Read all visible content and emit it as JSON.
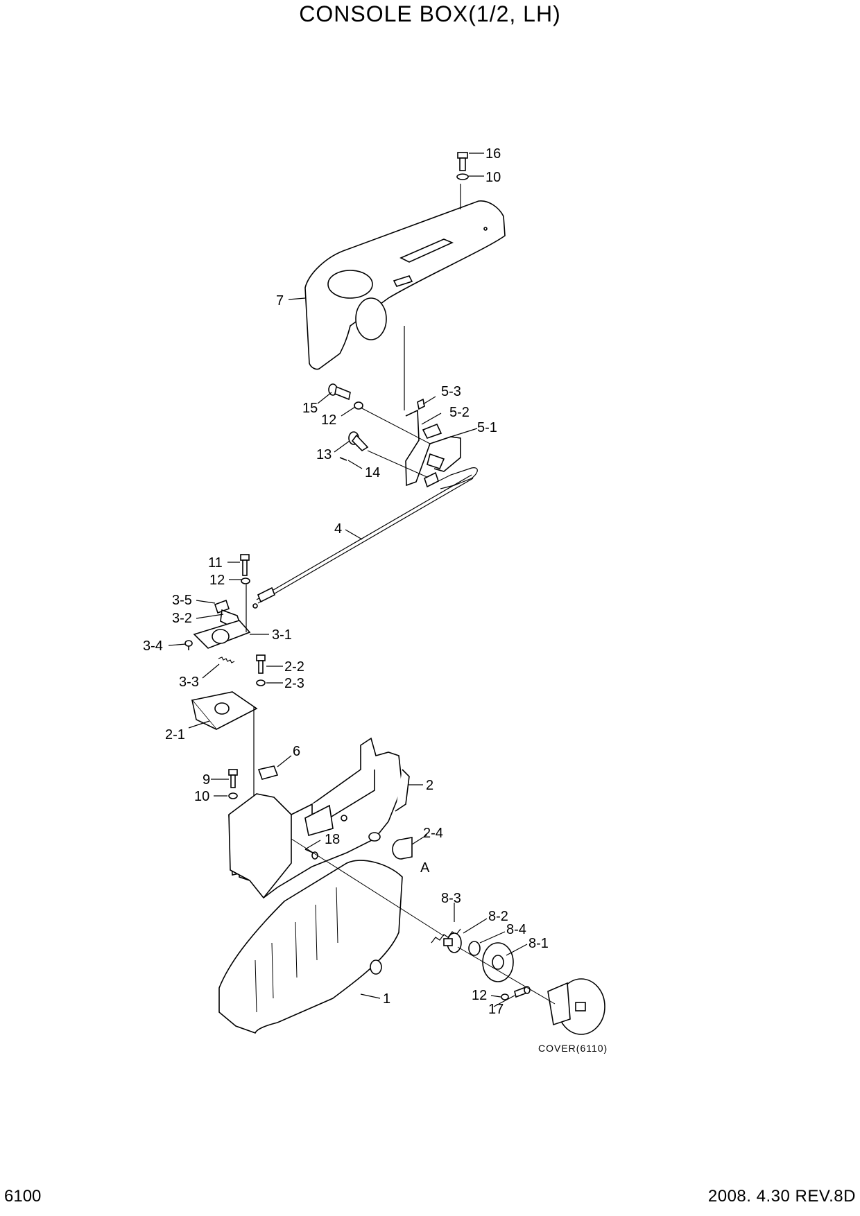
{
  "title": "CONSOLE BOX(1/2, LH)",
  "footer": {
    "page": "6100",
    "date_rev": "2008. 4.30  REV.8D"
  },
  "note": "COVER(6110)",
  "callouts": [
    "16",
    "10",
    "7",
    "5-3",
    "15",
    "5-2",
    "12",
    "5-1",
    "13",
    "14",
    "4",
    "11",
    "12",
    "3-5",
    "3-2",
    "3-1",
    "3-4",
    "2-2",
    "3-3",
    "2-3",
    "2-1",
    "6",
    "2",
    "9",
    "10",
    "18",
    "2-4",
    "A",
    "8-3",
    "8-2",
    "8-4",
    "8-1",
    "12",
    "17",
    "1"
  ]
}
